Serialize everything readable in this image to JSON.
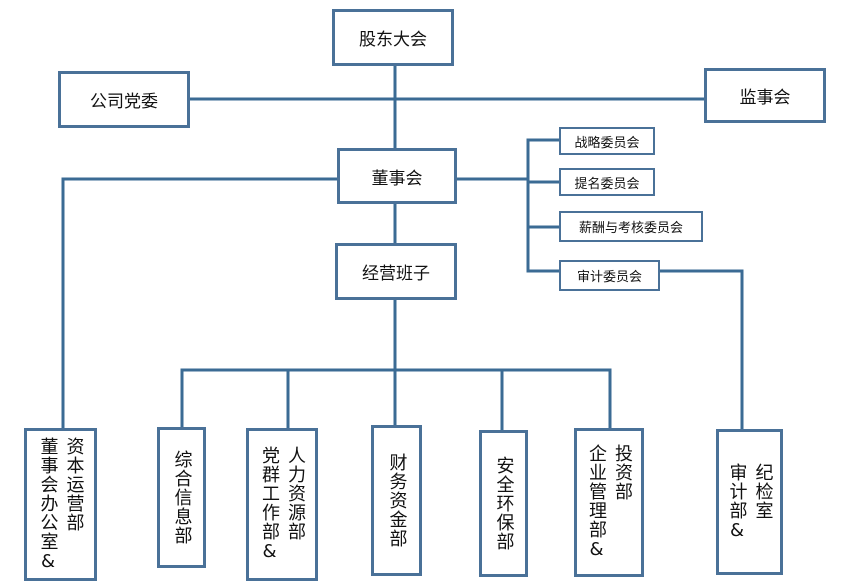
{
  "colors": {
    "line": "#3b6b94",
    "border": "#4a7198",
    "text": "#111111"
  },
  "top": {
    "shareholders": "股东大会",
    "party_committee": "公司党委",
    "supervisory_board": "监事会",
    "board": "董事会",
    "management": "经营班子"
  },
  "committees": {
    "strategy": "战略委员会",
    "nomination": "提名委员会",
    "compensation": "薪酬与考核委员会",
    "audit": "审计委员会"
  },
  "departments": {
    "board_office": {
      "col1": "资本运营部",
      "col2": "董事会办公室&"
    },
    "info": {
      "col1": "综合信息部"
    },
    "hr": {
      "col1": "人力资源部",
      "col2": "党群工作部&"
    },
    "finance": {
      "col1": "财务资金部"
    },
    "safety": {
      "col1": "安全环保部"
    },
    "investment": {
      "col1": "投资部",
      "col2": "企业管理部&"
    },
    "discipline": {
      "col1": "纪检室",
      "col2": "审计部&"
    }
  }
}
